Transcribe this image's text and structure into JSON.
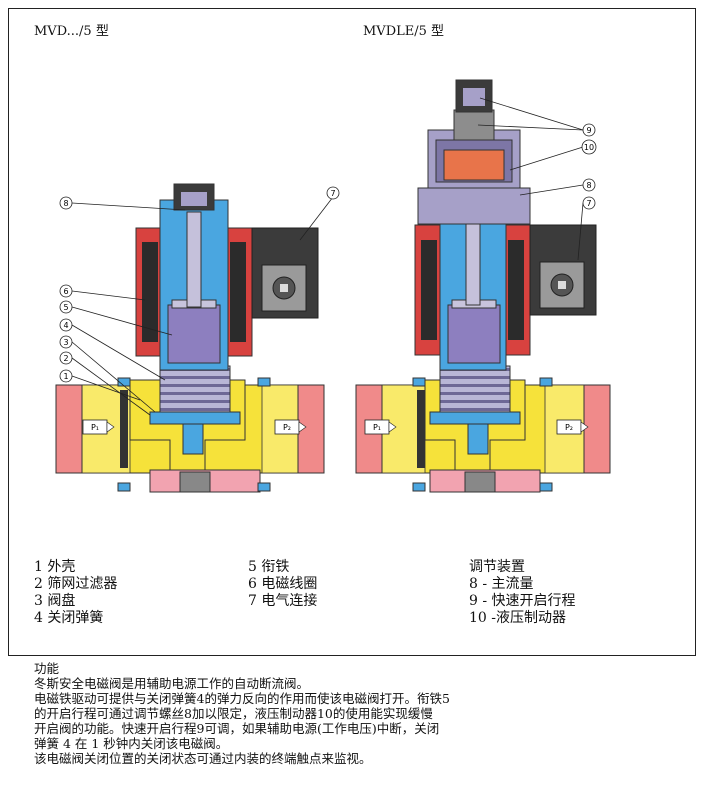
{
  "header": {
    "left_title": "MVD.../5 型",
    "right_title": "MVDLE/5 型"
  },
  "callouts": [
    "1",
    "2",
    "3",
    "4",
    "5",
    "6",
    "7",
    "8",
    "9",
    "10",
    "7",
    "8"
  ],
  "pressure_labels": {
    "inlet": "P₁",
    "outlet": "P₂"
  },
  "legend": {
    "col1": [
      "1 外壳",
      "2 筛网过滤器",
      "3 阀盘",
      "4 关闭弹簧"
    ],
    "col2": [
      "5 衔铁",
      "6 电磁线圈",
      "7 电气连接"
    ],
    "col3": [
      "调节装置",
      "8 - 主流量",
      "9 - 快速开启行程",
      "10 -液压制动器"
    ]
  },
  "description": {
    "heading": "功能",
    "lines": [
      "冬斯安全电磁阀是用辅助电源工作的自动断流阀。",
      "电磁铁驱动可提供与关闭弹簧4的弹力反向的作用而使该电磁阀打开。衔铁5",
      "的开启行程可通过调节螺丝8加以限定，液压制动器10的使用能实现缓慢",
      "开启阀的功能。快速开启行程9可调，如果辅助电源(工作电压)中断，关闭",
      "弹簧 4 在 1 秒钟内关闭该电磁阀。",
      "该电磁阀关闭位置的关闭状态可通过内装的终端触点来监视。"
    ]
  },
  "colors": {
    "body_yellow": "#f6e23a",
    "flange_red": "#f08a8a",
    "coil_red": "#d8423f",
    "stem_blue": "#4aa6e0",
    "armature_purple": "#8d7fbf",
    "terminal_dark": "#3b3b3b",
    "hydraulic_gray": "#a6a0c8",
    "orange": "#e8744a"
  }
}
